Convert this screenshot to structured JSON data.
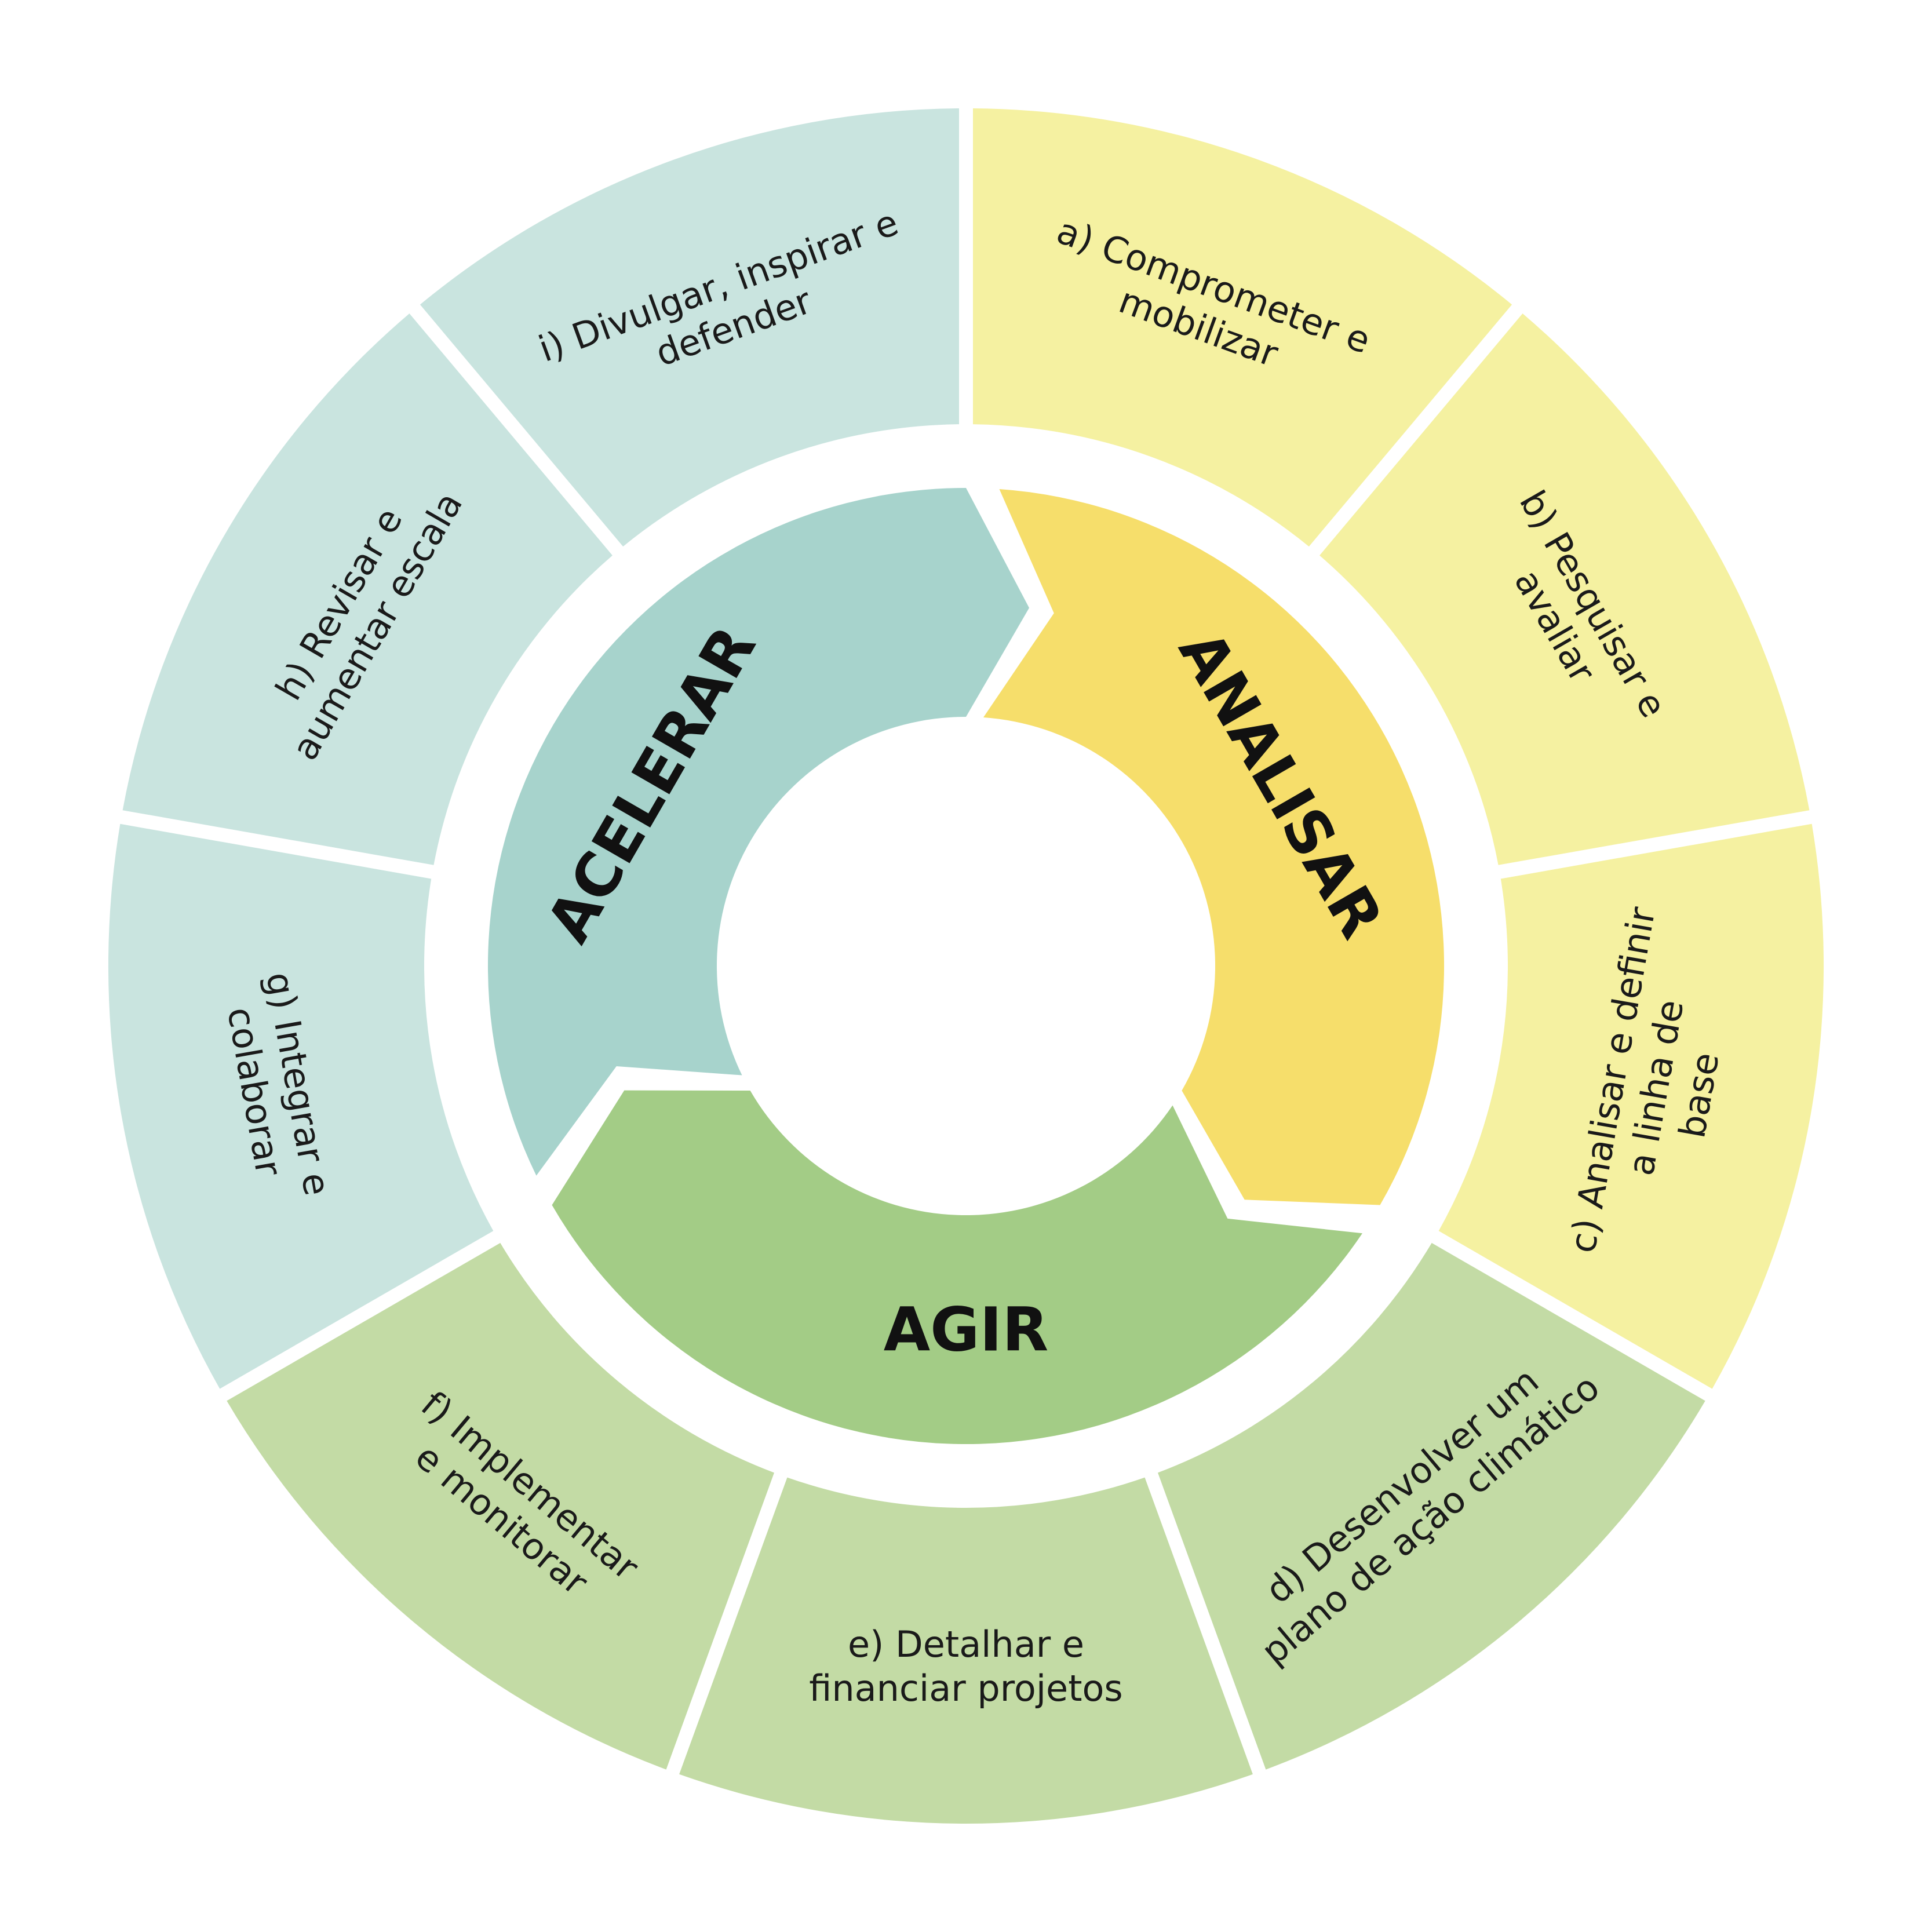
{
  "colors": {
    "analisar_outer": "#f5f1a1",
    "agir_outer": "#c3dba5",
    "acelerar_outer": "#c9e4df",
    "analisar_inner": "#f6de6b",
    "agir_inner": "#a3cc86",
    "acelerar_inner": "#a7d3cc",
    "background": "#ffffff"
  },
  "outer_ring": [
    {
      "key": "a",
      "phase": "analisar",
      "lines": [
        "a) Comprometer e",
        "mobilizar"
      ]
    },
    {
      "key": "b",
      "phase": "analisar",
      "lines": [
        "b) Pesquisar e",
        "avaliar"
      ]
    },
    {
      "key": "c",
      "phase": "analisar",
      "lines": [
        "c) Analisar e definir",
        "a linha de",
        "base"
      ]
    },
    {
      "key": "d",
      "phase": "agir",
      "lines": [
        "d) Desenvolver um",
        "plano de ação climático"
      ]
    },
    {
      "key": "e",
      "phase": "agir",
      "lines": [
        "e) Detalhar e",
        "financiar projetos"
      ]
    },
    {
      "key": "f",
      "phase": "agir",
      "lines": [
        "f) Implementar",
        "e monitorar"
      ]
    },
    {
      "key": "g",
      "phase": "acelerar",
      "lines": [
        "g) Integrar e",
        "colaborar"
      ]
    },
    {
      "key": "h",
      "phase": "acelerar",
      "lines": [
        "h) Revisar e",
        "aumentar escala"
      ]
    },
    {
      "key": "i",
      "phase": "acelerar",
      "lines": [
        "i) Divulgar, inspirar e",
        "defender"
      ]
    }
  ],
  "inner_ring": [
    {
      "key": "analisar",
      "label": "ANALISAR"
    },
    {
      "key": "agir",
      "label": "AGIR"
    },
    {
      "key": "acelerar",
      "label": "ACELERAR"
    }
  ]
}
